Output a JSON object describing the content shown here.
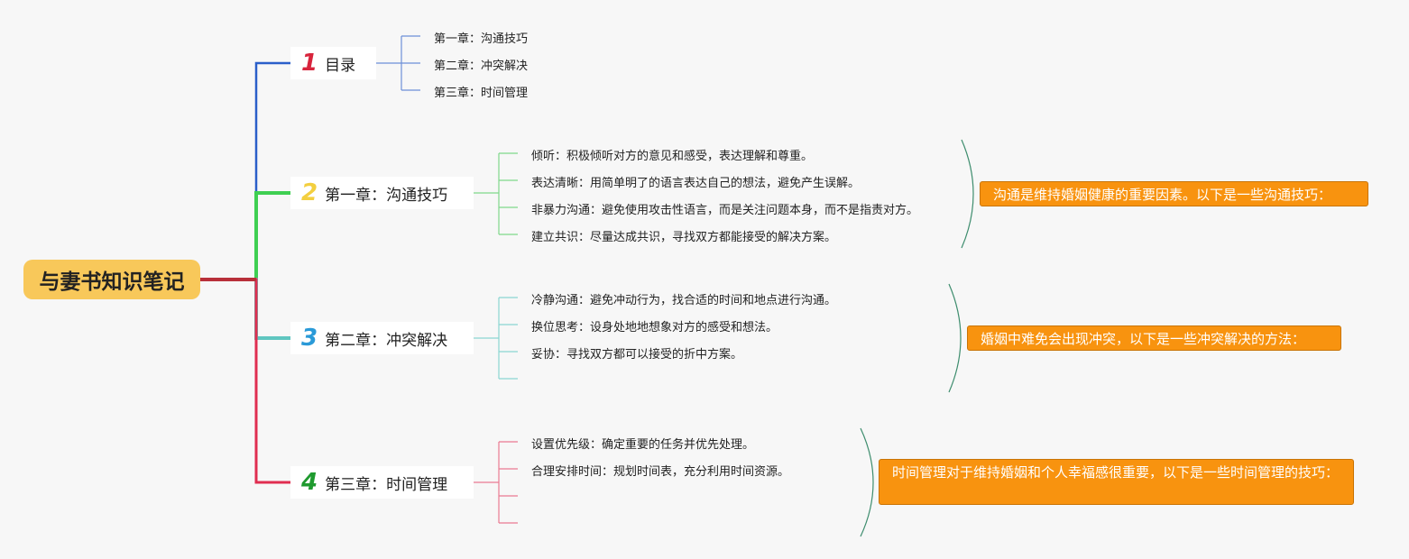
{
  "root": {
    "title": "与妻书知识笔记"
  },
  "branches": [
    {
      "number": "1",
      "label": "目录",
      "number_color": "#d8243c",
      "line_color": "#2a5fc9",
      "leaf_line_color": "#6d90d8",
      "leaves": [
        "第一章：沟通技巧",
        "第二章：冲突解决",
        "第三章：时间管理"
      ]
    },
    {
      "number": "2",
      "label": "第一章：沟通技巧",
      "number_color": "#f3cf3f",
      "line_color": "#3fcf52",
      "leaf_line_color": "#7fd88a",
      "leaves": [
        "倾听：积极倾听对方的意见和感受，表达理解和尊重。",
        "表达清晰：用简单明了的语言表达自己的想法，避免产生误解。",
        "非暴力沟通：避免使用攻击性语言，而是关注问题本身，而不是指责对方。",
        "建立共识：尽量达成共识，寻找双方都能接受的解决方案。"
      ],
      "note": "沟通是维持婚姻健康的重要因素。以下是一些沟通技巧："
    },
    {
      "number": "3",
      "label": "第二章：冲突解决",
      "number_color": "#2a9ad8",
      "line_color": "#5fc6c0",
      "leaf_line_color": "#8ad6d1",
      "leaves": [
        "冷静沟通：避免冲动行为，找合适的时间和地点进行沟通。",
        "换位思考：设身处地地想象对方的感受和想法。",
        "妥协：寻找双方都可以接受的折中方案。"
      ],
      "note": "婚姻中难免会出现冲突，以下是一些冲突解决的方法："
    },
    {
      "number": "4",
      "label": "第三章：时间管理",
      "number_color": "#1f9a2f",
      "line_color": "#e02e50",
      "leaf_line_color": "#ea7a92",
      "leaves": [
        "设置优先级：确定重要的任务并优先处理。",
        "合理安排时间：规划时间表，充分利用时间资源。"
      ],
      "note": "时间管理对于维持婚姻和个人幸福感很重要，以下是一些时间管理的技巧："
    }
  ],
  "colors": {
    "root_fill": "#f8c85a",
    "note_fill": "#f8930f",
    "note_bracket": "#3e8d6e",
    "background": "#f7f7f7"
  }
}
